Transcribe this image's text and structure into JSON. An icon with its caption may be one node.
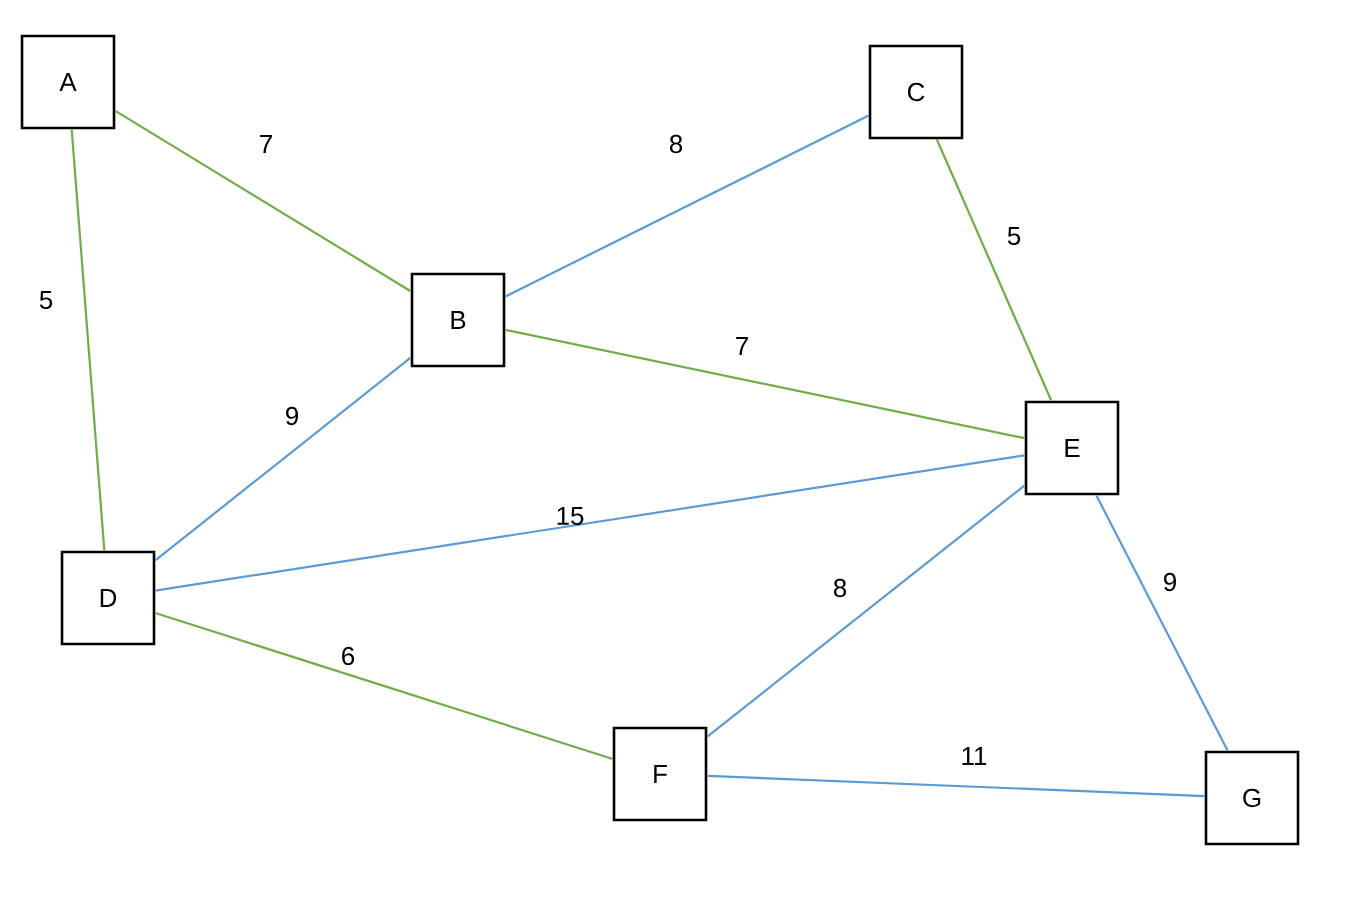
{
  "diagram": {
    "nodes": [
      {
        "text": [
          "A"
        ]
      },
      {
        "text": [
          "B"
        ]
      },
      {
        "text": [
          "C"
        ]
      },
      {
        "text": [
          "D"
        ]
      },
      {
        "text": [
          "E"
        ]
      },
      {
        "text": [
          "F"
        ]
      },
      {
        "text": [
          "G"
        ]
      }
    ],
    "edges": [
      {
        "from": 0,
        "to": 1,
        "arrow": "none",
        "label": "7",
        "color": "#70ad47"
      },
      {
        "from": 1,
        "to": 2,
        "arrow": "none",
        "label": "8"
      },
      {
        "from": 2,
        "to": 4,
        "arrow": "none",
        "label": "5",
        "color": "#70ad47"
      },
      {
        "from": 0,
        "to": 3,
        "arrow": "none",
        "label": "5",
        "color": "#70ad47"
      },
      {
        "from": 1,
        "to": 4,
        "arrow": "none",
        "label": "7",
        "color": "#70ad47"
      },
      {
        "from": 1,
        "to": 3,
        "arrow": "none",
        "label": "9"
      },
      {
        "from": 3,
        "to": 4,
        "arrow": "none",
        "label": "15"
      },
      {
        "from": 4,
        "to": 5,
        "arrow": "none",
        "label": "8"
      },
      {
        "from": 4,
        "to": 6,
        "arrow": "none",
        "label": "9"
      },
      {
        "from": 3,
        "to": 5,
        "arrow": "none",
        "label": "6",
        "color": "#70ad47"
      },
      {
        "from": 5,
        "to": 6,
        "arrow": "none",
        "label": "11"
      }
    ]
  }
}
